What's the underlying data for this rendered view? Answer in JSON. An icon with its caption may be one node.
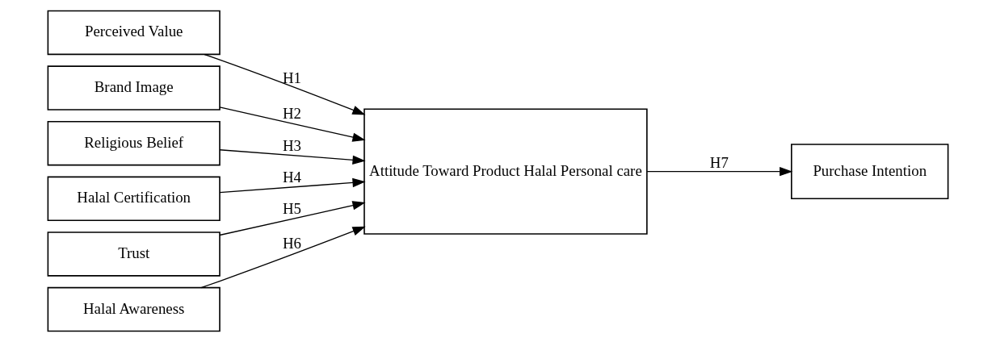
{
  "diagram": {
    "nodes": [
      {
        "text": [
          "Perceived Value"
        ]
      },
      {
        "text": [
          "Brand Image"
        ]
      },
      {
        "text": [
          "Religious Belief"
        ]
      },
      {
        "text": [
          "Halal Certification"
        ]
      },
      {
        "text": [
          "Trust"
        ]
      },
      {
        "text": [
          "Halal Awareness"
        ]
      },
      {
        "text": [
          "Attitude Toward Product Halal Personal care"
        ]
      },
      {
        "text": [
          "Purchase Intention"
        ]
      }
    ],
    "edges": [
      {
        "from": 0,
        "to": 6,
        "arrow": "to",
        "label": "H1"
      },
      {
        "from": 1,
        "to": 6,
        "arrow": "to",
        "label": "H2"
      },
      {
        "from": 2,
        "to": 6,
        "arrow": "to",
        "label": "H3"
      },
      {
        "from": 3,
        "to": 6,
        "arrow": "to",
        "label": "H4"
      },
      {
        "from": 4,
        "to": 6,
        "arrow": "to",
        "label": "H5"
      },
      {
        "from": 5,
        "to": 6,
        "arrow": "to",
        "label": "H6"
      },
      {
        "from": 6,
        "to": 7,
        "arrow": "to",
        "label": "H7"
      }
    ]
  }
}
